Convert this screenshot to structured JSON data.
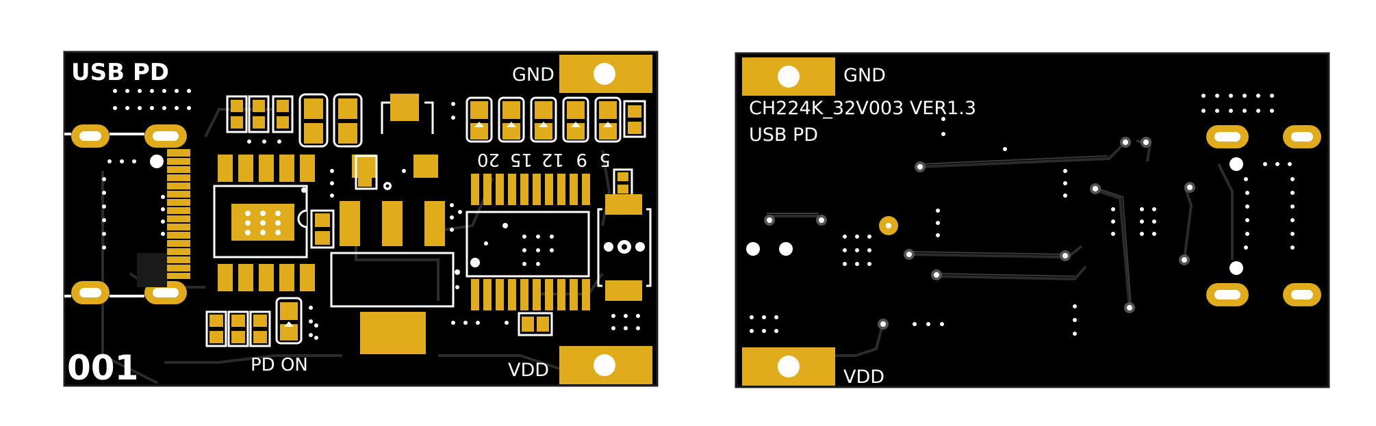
{
  "front_board": {
    "title": "USB PD",
    "number": "001",
    "gnd_label": "GND",
    "vdd_label": "VDD",
    "pd_on_label": "PD ON",
    "voltage_labels": [
      "20",
      "15",
      "12",
      "9",
      "5"
    ]
  },
  "back_board": {
    "gnd_label": "GND",
    "vdd_label": "VDD",
    "model_label": "CH224K_32V003 VER1.3",
    "subtitle": "USB PD"
  },
  "colors": {
    "board": "#000000",
    "pad": "#e0ac1c",
    "silkscreen": "#ffffff",
    "background": "#ffffff"
  }
}
